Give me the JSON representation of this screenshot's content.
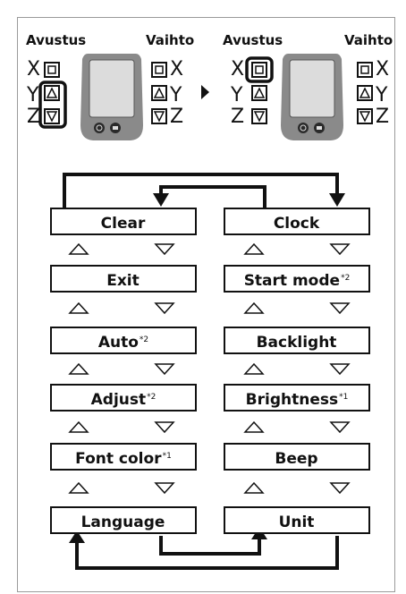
{
  "header": {
    "left_assist": "Avustus",
    "left_shift": "Vaihto",
    "right_assist": "Avustus",
    "right_shift": "Vaihto"
  },
  "axes": {
    "x": "X",
    "y": "Y",
    "z": "Z"
  },
  "menu": {
    "left": [
      {
        "label": "Clear",
        "note": ""
      },
      {
        "label": "Exit",
        "note": ""
      },
      {
        "label": "Auto",
        "note": "*2"
      },
      {
        "label": "Adjust",
        "note": "*2"
      },
      {
        "label": "Font color",
        "note": "*1"
      },
      {
        "label": "Language",
        "note": ""
      }
    ],
    "right": [
      {
        "label": "Clock",
        "note": ""
      },
      {
        "label": "Start mode",
        "note": "*2"
      },
      {
        "label": "Backlight",
        "note": ""
      },
      {
        "label": "Brightness",
        "note": "*1"
      },
      {
        "label": "Beep",
        "note": ""
      },
      {
        "label": "Unit",
        "note": ""
      }
    ]
  },
  "icons": {
    "device": "cycle-computer-icon",
    "up": "triangle-up-icon",
    "down": "triangle-down-icon",
    "next": "play-arrow-icon"
  }
}
